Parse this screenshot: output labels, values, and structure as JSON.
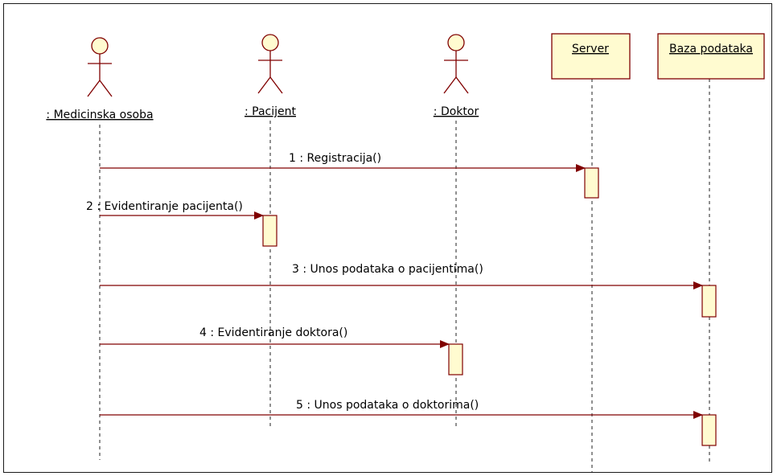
{
  "diagram": {
    "actors": [
      {
        "id": "medicinska",
        "label": ": Medicinska osoba",
        "type": "actor"
      },
      {
        "id": "pacijent",
        "label": ": Pacijent",
        "type": "actor"
      },
      {
        "id": "doktor",
        "label": ": Doktor",
        "type": "actor"
      },
      {
        "id": "server",
        "label": "Server",
        "type": "object"
      },
      {
        "id": "baza",
        "label": "Baza podataka",
        "type": "object"
      }
    ],
    "messages": [
      {
        "label": "1 : Registracija()",
        "from": "medicinska",
        "to": "server"
      },
      {
        "label": "2 : Evidentiranje pacijenta()",
        "from": "medicinska",
        "to": "pacijent"
      },
      {
        "label": "3 : Unos podataka o pacijentima()",
        "from": "medicinska",
        "to": "baza"
      },
      {
        "label": "4 : Evidentiranje doktora()",
        "from": "medicinska",
        "to": "doktor"
      },
      {
        "label": "5 : Unos podataka o doktorima()",
        "from": "medicinska",
        "to": "baza"
      }
    ]
  },
  "colors": {
    "actor_fill": "#fffbd0",
    "actor_stroke": "#800000",
    "message": "#800000",
    "object_fill": "#fffbd0",
    "lifeline": "#222222"
  }
}
